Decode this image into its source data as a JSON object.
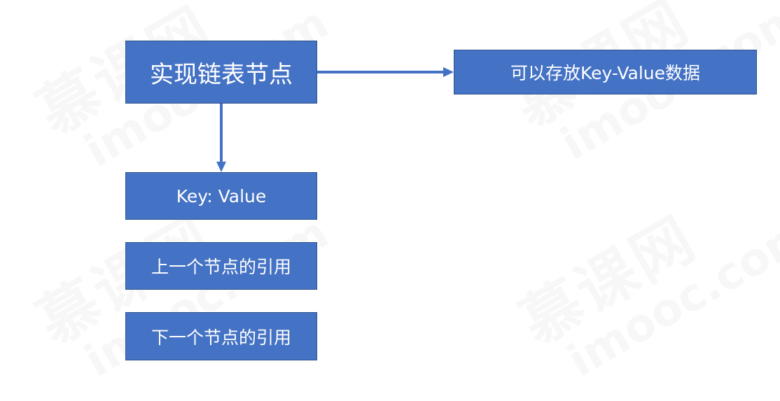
{
  "watermark": {
    "main": "慕课网",
    "sub": "imooc.com"
  },
  "diagram": {
    "main_node": "实现链表节点",
    "storage_node": "可以存放Key-Value数据",
    "fields": [
      "Key: Value",
      "上一个节点的引用",
      "下一个节点的引用"
    ]
  },
  "colors": {
    "box_fill": "#4472c4",
    "box_border": "#2f528f",
    "connector": "#4472c4",
    "text": "#ffffff"
  }
}
